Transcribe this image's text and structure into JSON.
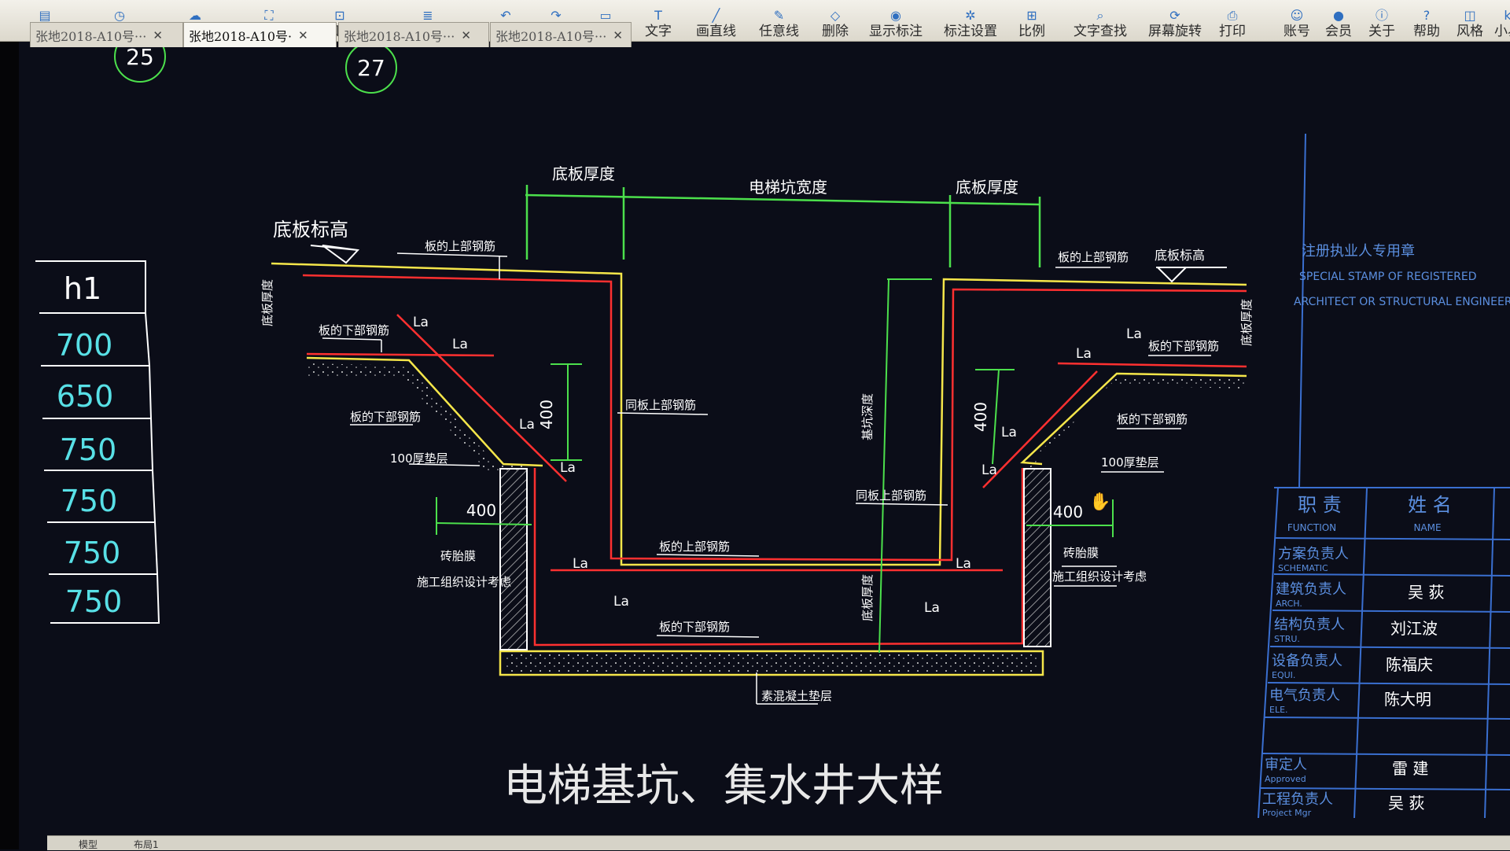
{
  "toolbar": {
    "items": [
      {
        "label": "打开",
        "icon": "open-icon"
      },
      {
        "label": "最近打开",
        "icon": "recent-icon"
      },
      {
        "label": "快看云盘",
        "icon": "cloud-icon"
      },
      {
        "label": "全图",
        "icon": "fullview-icon"
      },
      {
        "label": "窗口缩放",
        "icon": "zoom-window-icon"
      },
      {
        "label": "图层管理",
        "icon": "layers-icon"
      },
      {
        "label": "撤销",
        "icon": "undo-icon"
      },
      {
        "label": "恢复",
        "icon": "redo-icon"
      },
      {
        "label": "测量",
        "icon": "measure-icon"
      },
      {
        "label": "文字",
        "icon": "text-icon"
      },
      {
        "label": "画直线",
        "icon": "line-icon"
      },
      {
        "label": "任意线",
        "icon": "pen-icon"
      },
      {
        "label": "删除",
        "icon": "eraser-icon"
      },
      {
        "label": "显示标注",
        "icon": "eye-icon"
      },
      {
        "label": "标注设置",
        "icon": "annotation-settings-icon"
      },
      {
        "label": "比例",
        "icon": "scale-icon"
      },
      {
        "label": "文字查找",
        "icon": "text-search-icon"
      },
      {
        "label": "屏幕旋转",
        "icon": "rotate-icon"
      },
      {
        "label": "打印",
        "icon": "print-icon"
      },
      {
        "label": "账号",
        "icon": "user-icon"
      },
      {
        "label": "会员",
        "icon": "vip-icon"
      },
      {
        "label": "关于",
        "icon": "info-icon"
      },
      {
        "label": "帮助",
        "icon": "help-icon"
      },
      {
        "label": "风格",
        "icon": "style-icon"
      },
      {
        "label": "小易",
        "icon": "assistant-icon"
      }
    ]
  },
  "tabs": [
    {
      "label": "张地2018-A10号···",
      "active": false
    },
    {
      "label": "张地2018-A10号·",
      "active": true
    },
    {
      "label": "张地2018-A10号···",
      "active": false
    },
    {
      "label": "张地2018-A10号···",
      "active": false
    }
  ],
  "drawing": {
    "title": "电梯基坑、集水井大样",
    "markers": [
      "25",
      "27"
    ],
    "h_table": {
      "header": "h1",
      "values": [
        "700",
        "650",
        "750",
        "750",
        "750",
        "750"
      ]
    },
    "labels": {
      "slab_thickness": "底板厚度",
      "pit_width": "电梯坑宽度",
      "slab_elevation": "底板标高",
      "slab_top_rebar": "板的上部钢筋",
      "slab_bottom_rebar": "板的下部钢筋",
      "wall_top_rebar": "同板上部钢筋",
      "pit_depth": "基坑深度",
      "cushion_100": "100厚垫层",
      "brick_mold": "砖胎膜",
      "construction_note": "施工组织设计考虑",
      "concrete_cushion": "素混凝土垫层",
      "la": "La",
      "dim_400": "400"
    },
    "stamp": {
      "line1": "注册执业人专用章",
      "line2": "SPECIAL STAMP OF REGISTERED",
      "line3": "ARCHITECT OR STRUCTURAL ENGINEER"
    },
    "title_block": {
      "function_cn": "职 责",
      "function_en": "FUNCTION",
      "name_cn": "姓 名",
      "name_en": "NAME",
      "rows": [
        {
          "role": "方案负责人",
          "role_en": "SCHEMATIC",
          "name": ""
        },
        {
          "role": "建筑负责人",
          "role_en": "ARCH.",
          "name": "吴 荻"
        },
        {
          "role": "结构负责人",
          "role_en": "STRU.",
          "name": "刘江波"
        },
        {
          "role": "设备负责人",
          "role_en": "EQUI.",
          "name": "陈福庆"
        },
        {
          "role": "电气负责人",
          "role_en": "ELE.",
          "name": "陈大明"
        },
        {
          "role": "审定人",
          "role_en": "Approved",
          "name": "雷 建"
        },
        {
          "role": "工程负责人",
          "role_en": "Project Mgr",
          "name": "吴 荻"
        }
      ]
    }
  },
  "status_bar": {
    "model_tab": "模型",
    "layout_tab": "布局1"
  }
}
